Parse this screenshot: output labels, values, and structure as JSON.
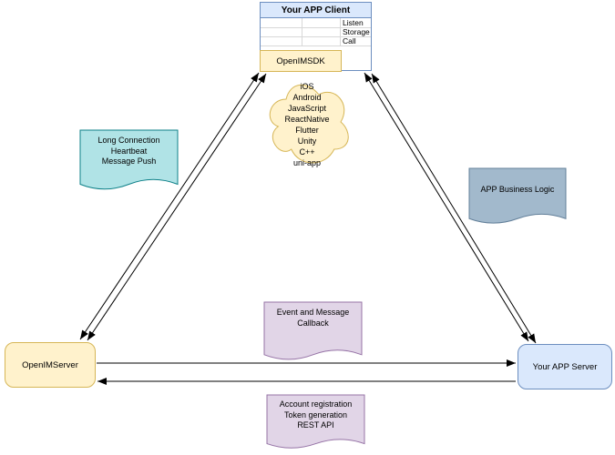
{
  "colors": {
    "blue_fill": "#dae8fc",
    "blue_border": "#6c8ebf",
    "yellow_fill": "#fff2cc",
    "yellow_border": "#d6b656",
    "teal_fill": "#b0e3e6",
    "teal_border": "#0e8088",
    "purple_fill": "#e1d5e7",
    "purple_border": "#9673a6",
    "slate_fill": "#a2b9cc",
    "slate_border": "#627f99",
    "line": "#000000"
  },
  "client": {
    "title": "Your APP Client",
    "rows": [
      "Listen",
      "Storage",
      "Call"
    ],
    "sdk_label": "OpenIMSDK"
  },
  "cloud": {
    "platforms": [
      "iOS",
      "Android",
      "JavaScript",
      "ReactNative",
      "Flutter",
      "Unity",
      "C++",
      "uni-app"
    ]
  },
  "notes": {
    "long_connection": [
      "Long Connection",
      "Heartbeat",
      "Message Push"
    ],
    "app_business_logic": [
      "APP Business Logic"
    ],
    "event_callback": [
      "Event and Message",
      "Callback"
    ],
    "account_registration": [
      "Account registration",
      "Token generation",
      "REST API"
    ]
  },
  "servers": {
    "openim": "OpenIMServer",
    "app": "Your APP Server"
  }
}
